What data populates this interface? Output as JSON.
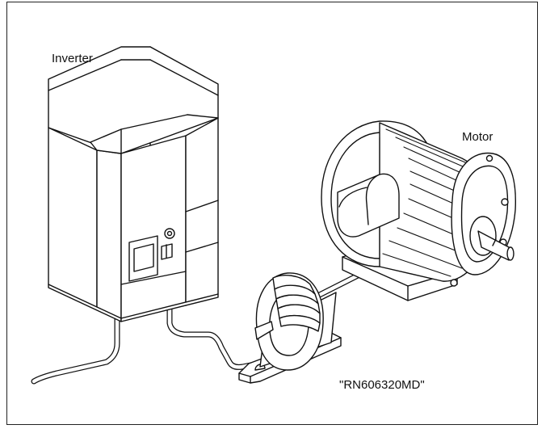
{
  "labels": {
    "inverter": "Inverter",
    "motor": "Motor",
    "model": "\"RN606320MD\""
  },
  "colors": {
    "stroke": "#111111",
    "fill": "#ffffff"
  }
}
